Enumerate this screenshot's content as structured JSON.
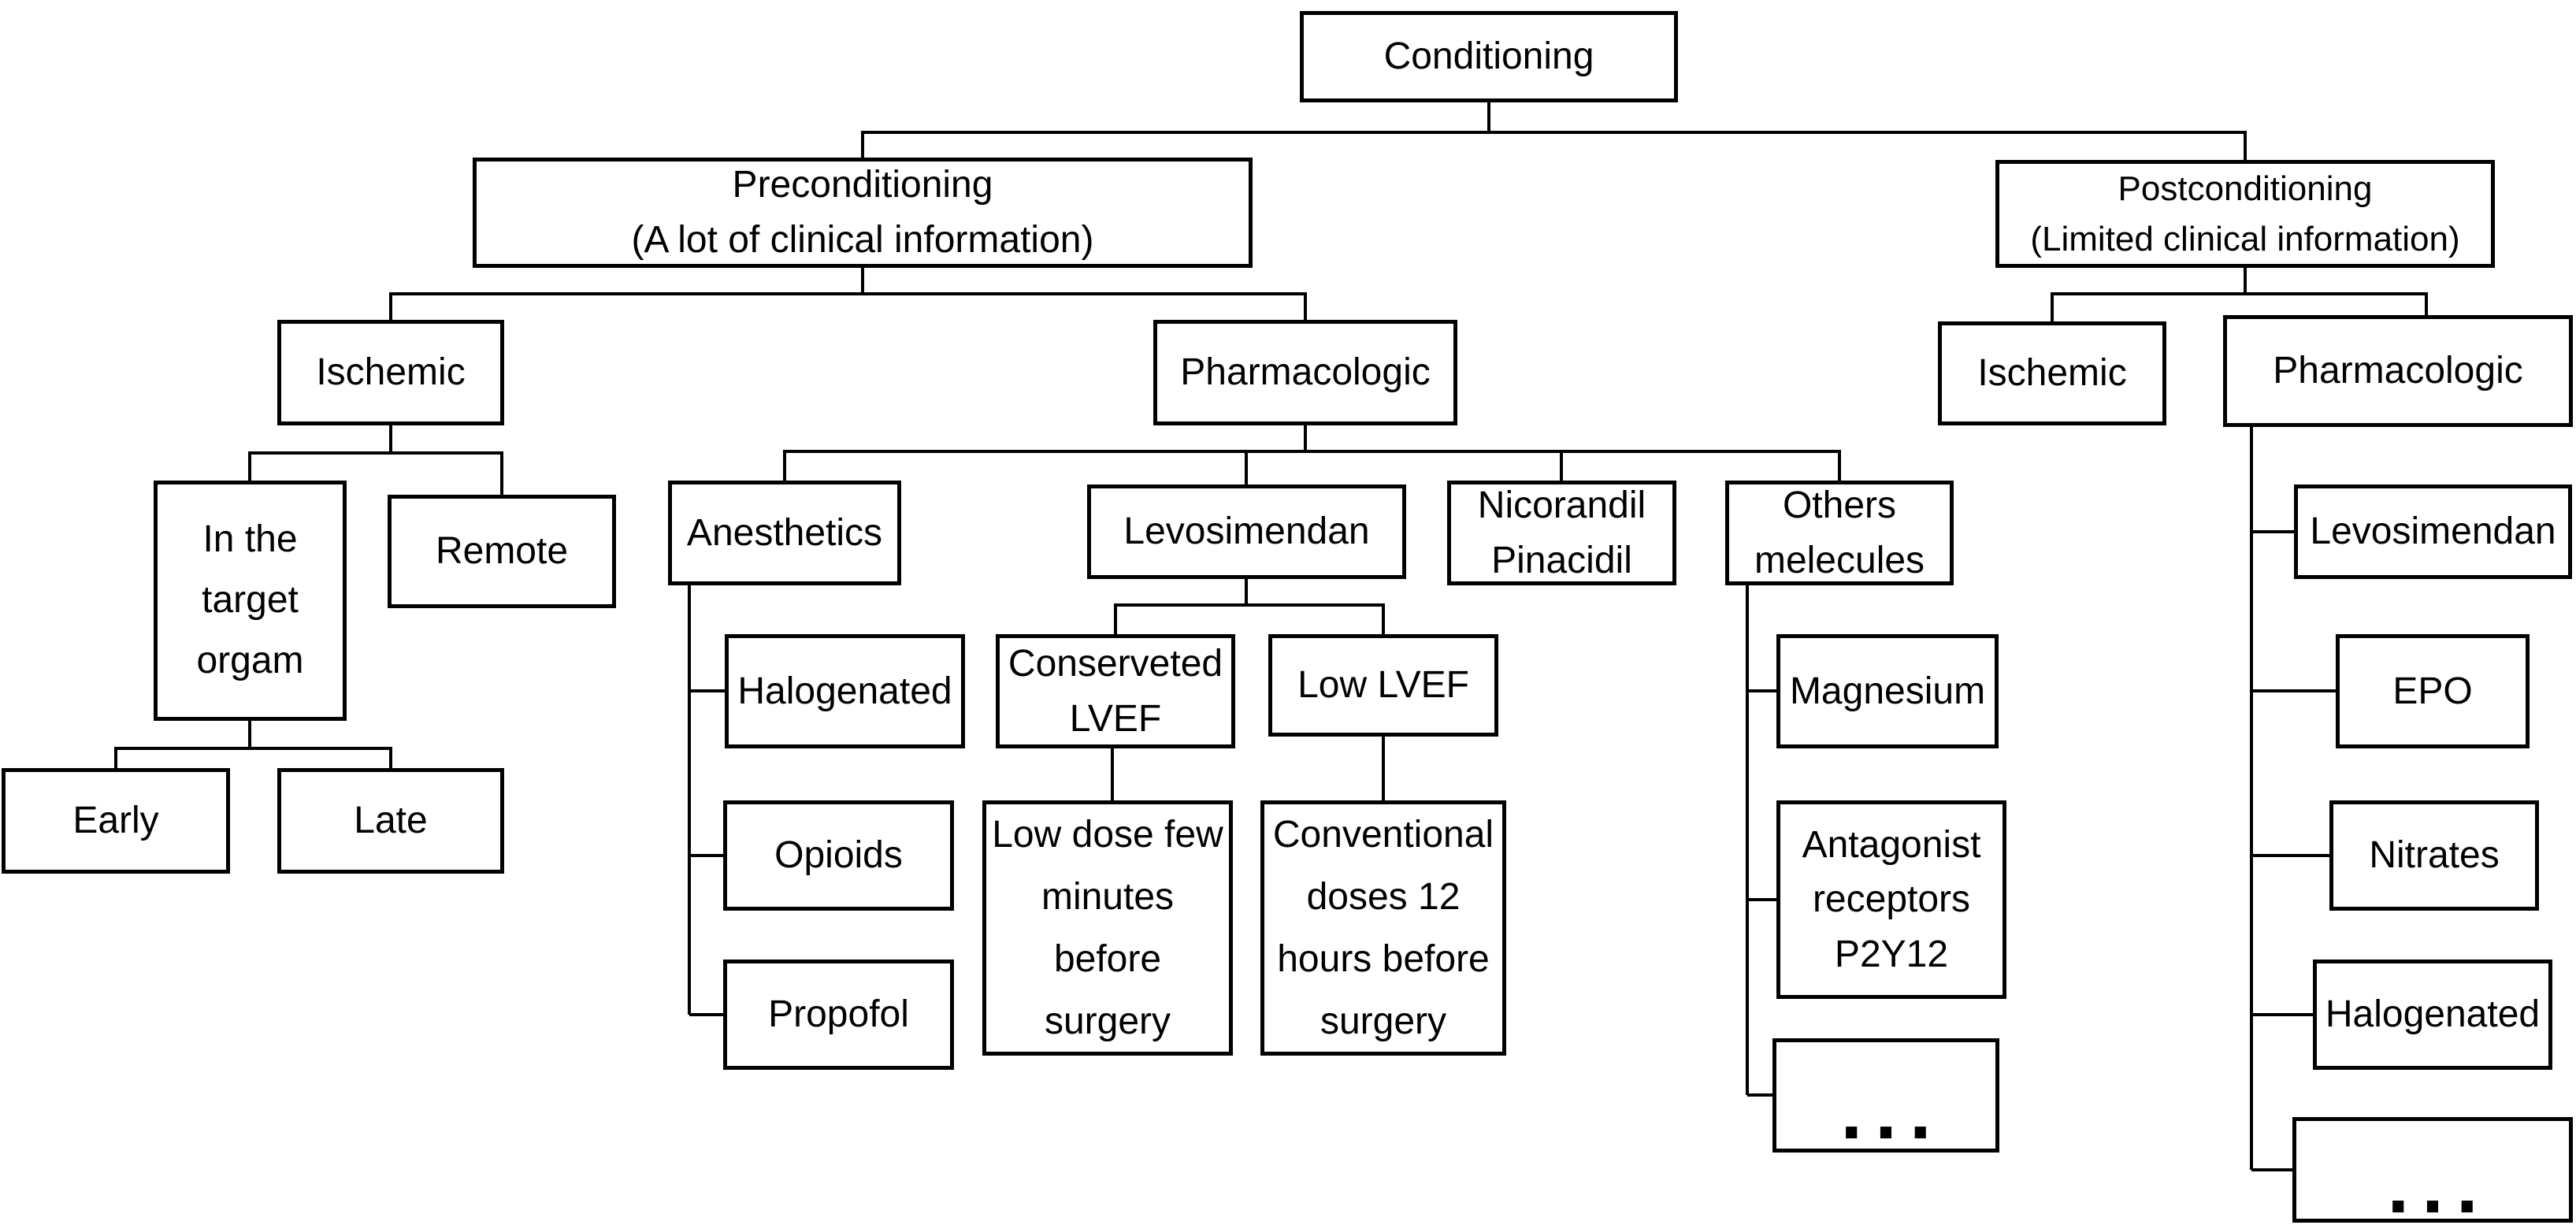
{
  "diagram": {
    "colors": {
      "background": "#ffffff",
      "box_border": "#000000",
      "text": "#000000",
      "line": "#000000"
    },
    "nodes": {
      "conditioning": {
        "label": "Conditioning"
      },
      "preconditioning": {
        "label": "Preconditioning\n(A lot of clinical information)"
      },
      "postconditioning": {
        "label": "Postconditioning\n(Limited clinical information)"
      },
      "ischemic_pre": {
        "label": "Ischemic"
      },
      "pharmacologic_pre": {
        "label": "Pharmacologic"
      },
      "target_organ": {
        "label": "In the\ntarget\norgam"
      },
      "remote": {
        "label": "Remote"
      },
      "early": {
        "label": "Early"
      },
      "late": {
        "label": "Late"
      },
      "anesthetics": {
        "label": "Anesthetics"
      },
      "halogenated_pre": {
        "label": "Halogenated"
      },
      "opioids": {
        "label": "Opioids"
      },
      "propofol": {
        "label": "Propofol"
      },
      "levosimendan_pre": {
        "label": "Levosimendan"
      },
      "conserveted_lvef": {
        "label": "Conserveted\nLVEF"
      },
      "low_lvef": {
        "label": "Low LVEF"
      },
      "low_dose": {
        "label": "Low dose few\nminutes\nbefore\nsurgery"
      },
      "conventional_doses": {
        "label": "Conventional\ndoses 12\nhours before\nsurgery"
      },
      "nicorandil_pinacidil": {
        "label": "Nicorandil\nPinacidil"
      },
      "others_melecules": {
        "label": "Others\nmelecules"
      },
      "magnesium": {
        "label": "Magnesium"
      },
      "antagonist_p2y12": {
        "label": "Antagonist\nreceptors\nP2Y12"
      },
      "more_pre": {
        "label": "..."
      },
      "ischemic_post": {
        "label": "Ischemic"
      },
      "pharmacologic_post": {
        "label": "Pharmacologic"
      },
      "levosimendan_post": {
        "label": "Levosimendan"
      },
      "epo": {
        "label": "EPO"
      },
      "nitrates": {
        "label": "Nitrates"
      },
      "halogenated_post": {
        "label": "Halogenated"
      },
      "more_post": {
        "label": "..."
      }
    },
    "edges": [
      [
        "conditioning",
        "preconditioning"
      ],
      [
        "conditioning",
        "postconditioning"
      ],
      [
        "preconditioning",
        "ischemic_pre"
      ],
      [
        "preconditioning",
        "pharmacologic_pre"
      ],
      [
        "ischemic_pre",
        "target_organ"
      ],
      [
        "ischemic_pre",
        "remote"
      ],
      [
        "target_organ",
        "early"
      ],
      [
        "target_organ",
        "late"
      ],
      [
        "pharmacologic_pre",
        "anesthetics"
      ],
      [
        "pharmacologic_pre",
        "levosimendan_pre"
      ],
      [
        "pharmacologic_pre",
        "nicorandil_pinacidil"
      ],
      [
        "pharmacologic_pre",
        "others_melecules"
      ],
      [
        "anesthetics",
        "halogenated_pre"
      ],
      [
        "anesthetics",
        "opioids"
      ],
      [
        "anesthetics",
        "propofol"
      ],
      [
        "levosimendan_pre",
        "conserveted_lvef"
      ],
      [
        "levosimendan_pre",
        "low_lvef"
      ],
      [
        "conserveted_lvef",
        "low_dose"
      ],
      [
        "low_lvef",
        "conventional_doses"
      ],
      [
        "others_melecules",
        "magnesium"
      ],
      [
        "others_melecules",
        "antagonist_p2y12"
      ],
      [
        "others_melecules",
        "more_pre"
      ],
      [
        "postconditioning",
        "ischemic_post"
      ],
      [
        "postconditioning",
        "pharmacologic_post"
      ],
      [
        "pharmacologic_post",
        "levosimendan_post"
      ],
      [
        "pharmacologic_post",
        "epo"
      ],
      [
        "pharmacologic_post",
        "nitrates"
      ],
      [
        "pharmacologic_post",
        "halogenated_post"
      ],
      [
        "pharmacologic_post",
        "more_post"
      ]
    ]
  }
}
